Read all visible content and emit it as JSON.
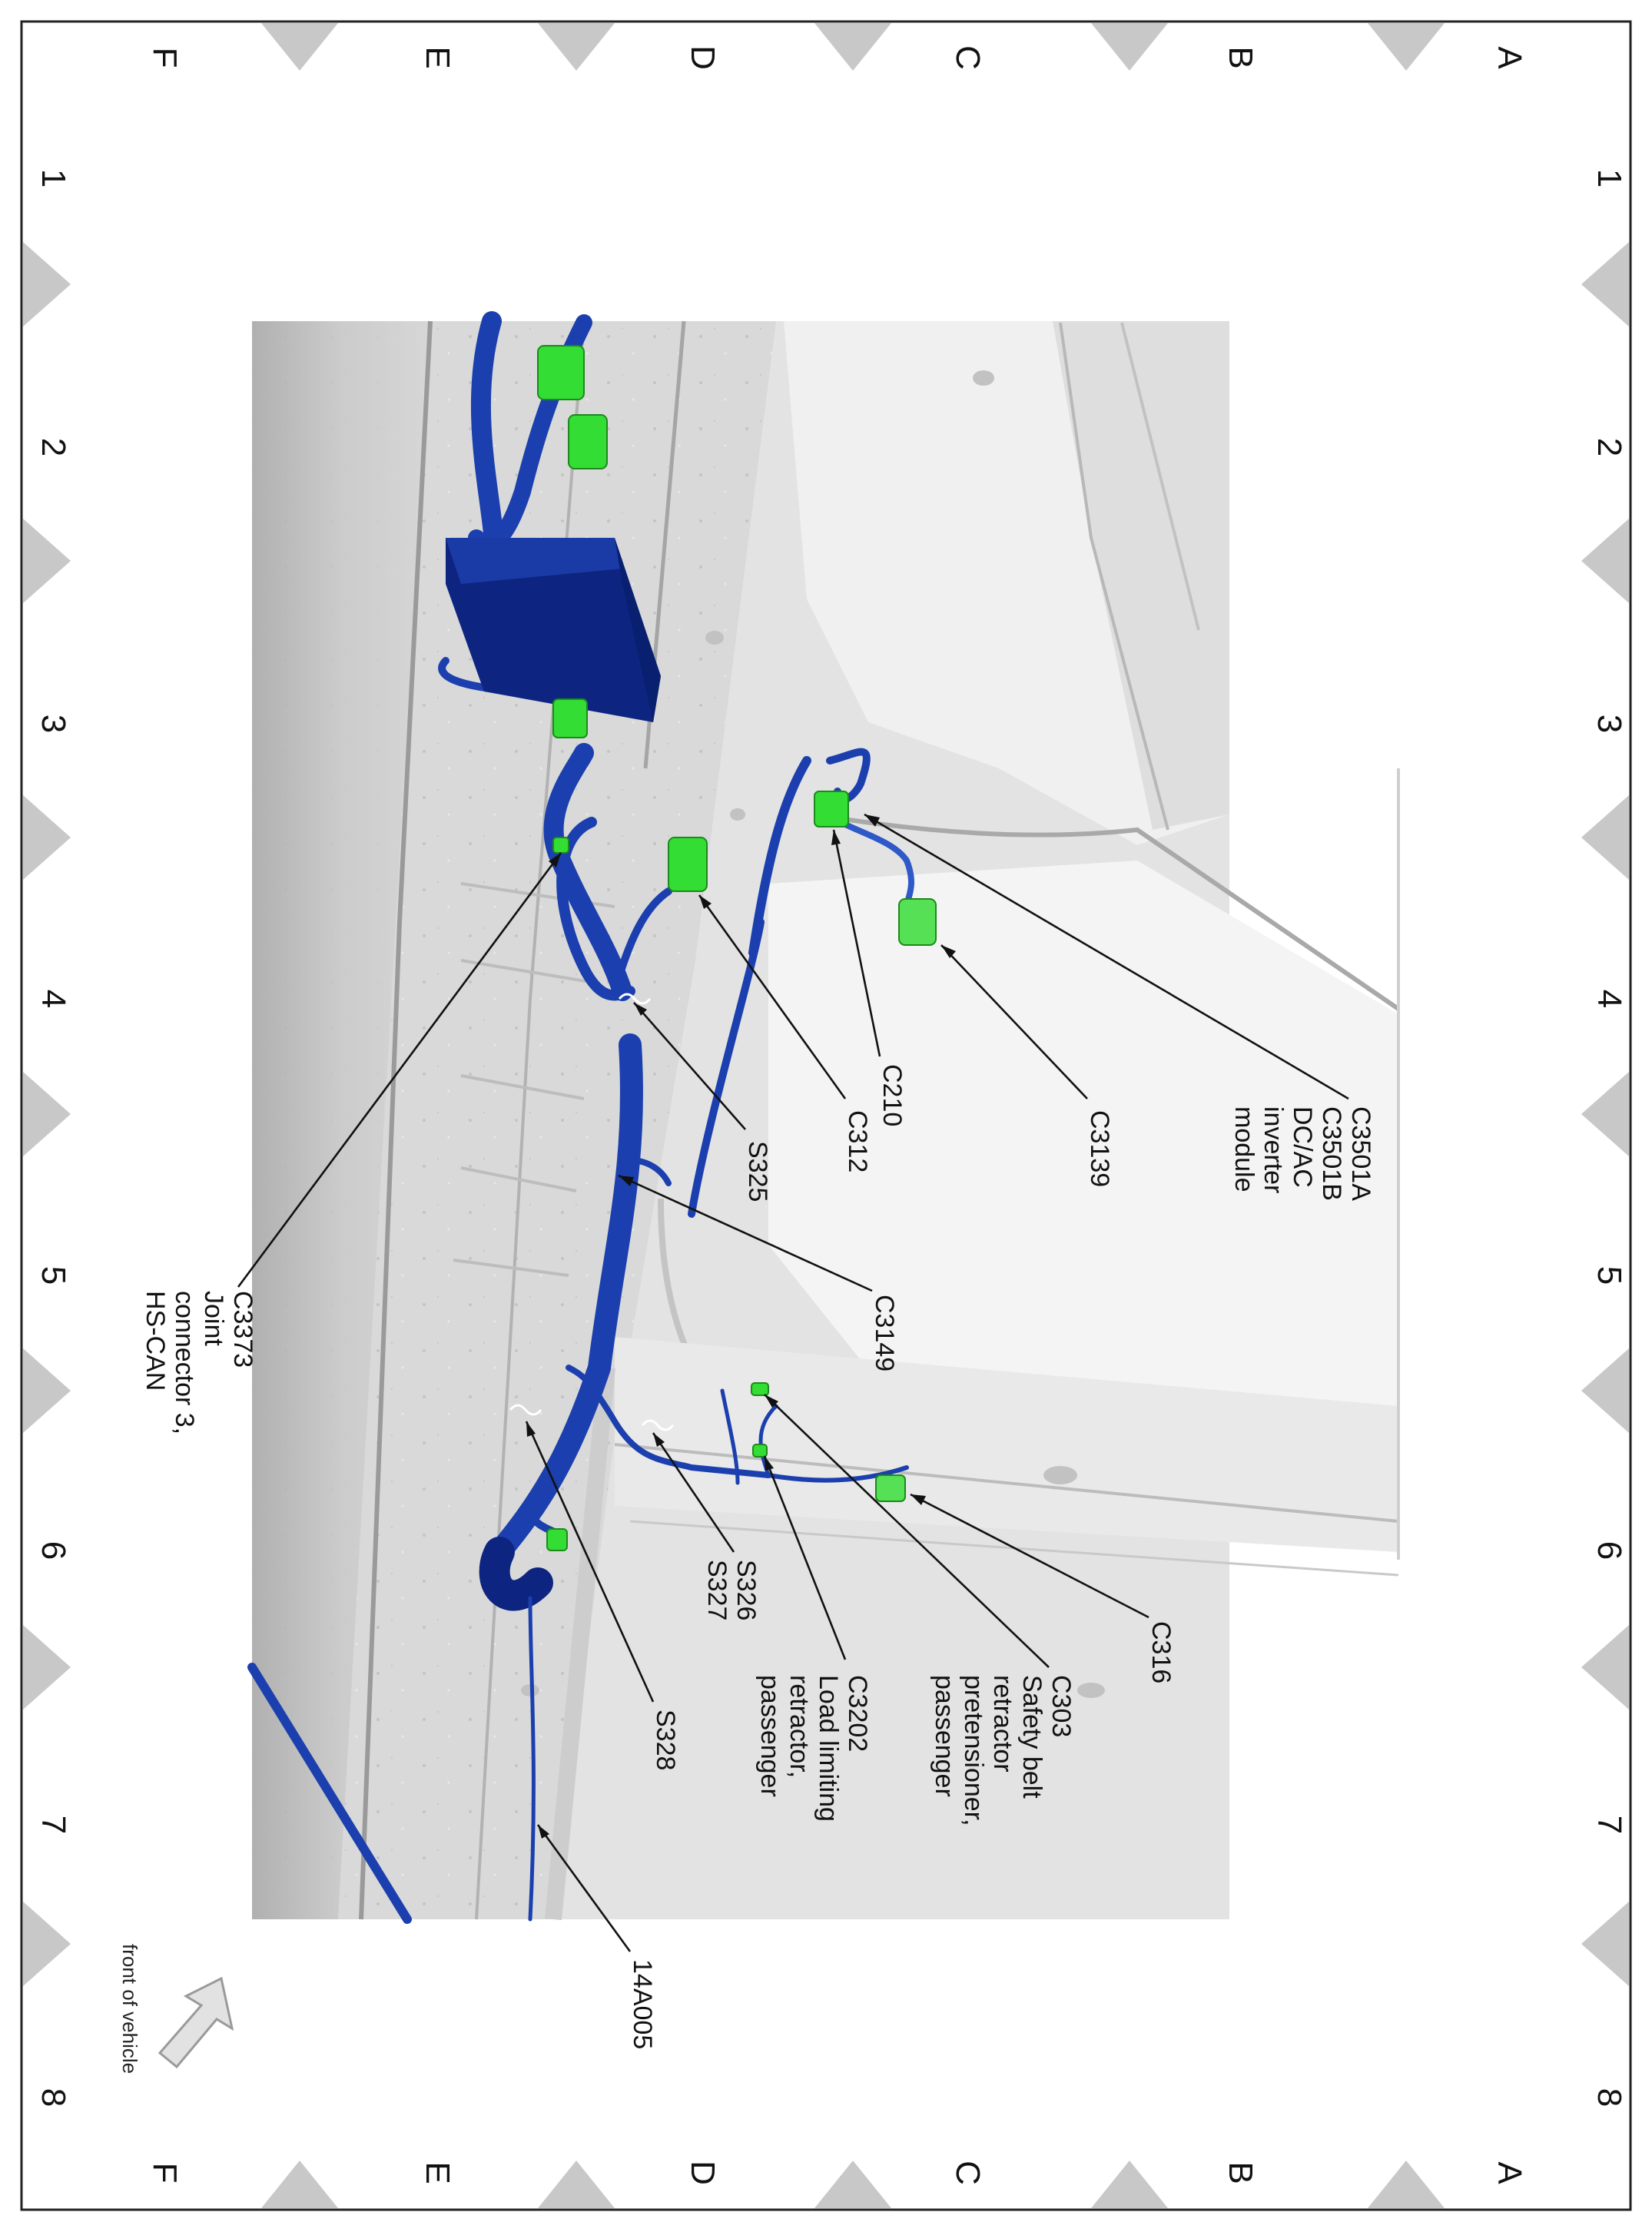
{
  "grid": {
    "rows": [
      "A",
      "B",
      "C",
      "D",
      "E",
      "F"
    ],
    "columns": [
      "1",
      "2",
      "3",
      "4",
      "5",
      "6",
      "7",
      "8"
    ]
  },
  "callouts": {
    "c3501": [
      "C3501A",
      "C3501B",
      "DC/AC",
      "inverter",
      "module"
    ],
    "c3139": [
      "C3139"
    ],
    "c210": [
      "C210"
    ],
    "c312": [
      "C312"
    ],
    "s325": [
      "S325"
    ],
    "c3149": [
      "C3149"
    ],
    "c3373": [
      "C3373",
      "Joint",
      "connector 3,",
      "HS-CAN"
    ],
    "c316": [
      "C316"
    ],
    "c303": [
      "C303",
      "Safety belt",
      "retractor",
      "pretensioner,",
      "passenger"
    ],
    "c3202": [
      "C3202",
      "Load limiting",
      "retractor,",
      "passenger"
    ],
    "s326": [
      "S326",
      "S327"
    ],
    "s328": [
      "S328"
    ],
    "w14a005": [
      "14A005"
    ]
  },
  "orientation_note": "front of vehicle",
  "colors": {
    "harness": "#1b3fae",
    "harness_dark": "#0d2580",
    "connector": "#33dd33",
    "body_panel": "#dcdcdc",
    "frame_marker": "#c8c8c8"
  }
}
